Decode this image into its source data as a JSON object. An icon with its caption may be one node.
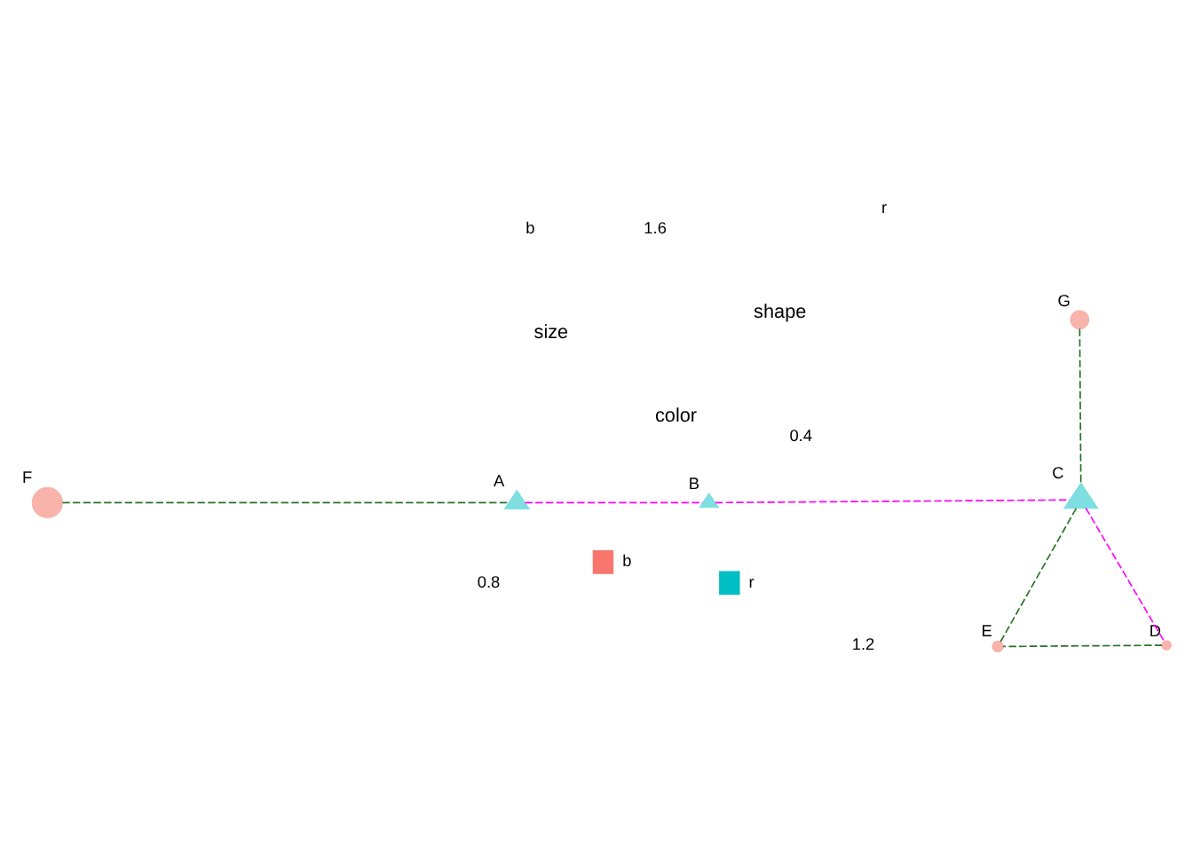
{
  "diagram": {
    "nodes": [
      {
        "text": [],
        "shape": "triangle",
        "beside": [
          "A"
        ]
      },
      {
        "text": [],
        "shape": "triangle",
        "beside": [
          "B"
        ]
      },
      {
        "text": [],
        "shape": "triangle",
        "beside": [
          "C"
        ]
      },
      {
        "text": [],
        "shape": "circle",
        "beside": [
          "D"
        ]
      },
      {
        "text": [],
        "shape": "circle",
        "beside": [
          "E"
        ]
      },
      {
        "text": [],
        "shape": "circle",
        "beside": [
          "F"
        ]
      },
      {
        "text": [],
        "shape": "circle",
        "beside": [
          "G"
        ]
      }
    ],
    "edges": [
      {
        "from": 0,
        "to": 1,
        "arrow": "none",
        "style": "dashed",
        "color": "#ff00ff"
      },
      {
        "from": 1,
        "to": 2,
        "arrow": "none",
        "style": "dashed",
        "color": "#ff00ff"
      },
      {
        "from": 2,
        "to": 3,
        "arrow": "none",
        "style": "dashed",
        "color": "#ff00ff"
      },
      {
        "from": 3,
        "to": 4,
        "arrow": "none",
        "style": "dashed"
      },
      {
        "from": 4,
        "to": 2,
        "arrow": "none",
        "style": "dashed"
      },
      {
        "from": 6,
        "to": 2,
        "arrow": "none",
        "style": "dashed"
      },
      {
        "from": 5,
        "to": 0,
        "arrow": "none",
        "style": "dashed"
      }
    ],
    "labels": [
      "color",
      "size",
      "shape"
    ],
    "legend": [
      {
        "text": "b",
        "color": "#f8766d"
      },
      {
        "text": "r",
        "color": "#00bfc4"
      },
      {
        "text": "0.4"
      },
      {
        "text": "0.8"
      },
      {
        "text": "1.2"
      },
      {
        "text": "1.6"
      },
      {
        "text": "b"
      },
      {
        "text": "r"
      }
    ]
  }
}
